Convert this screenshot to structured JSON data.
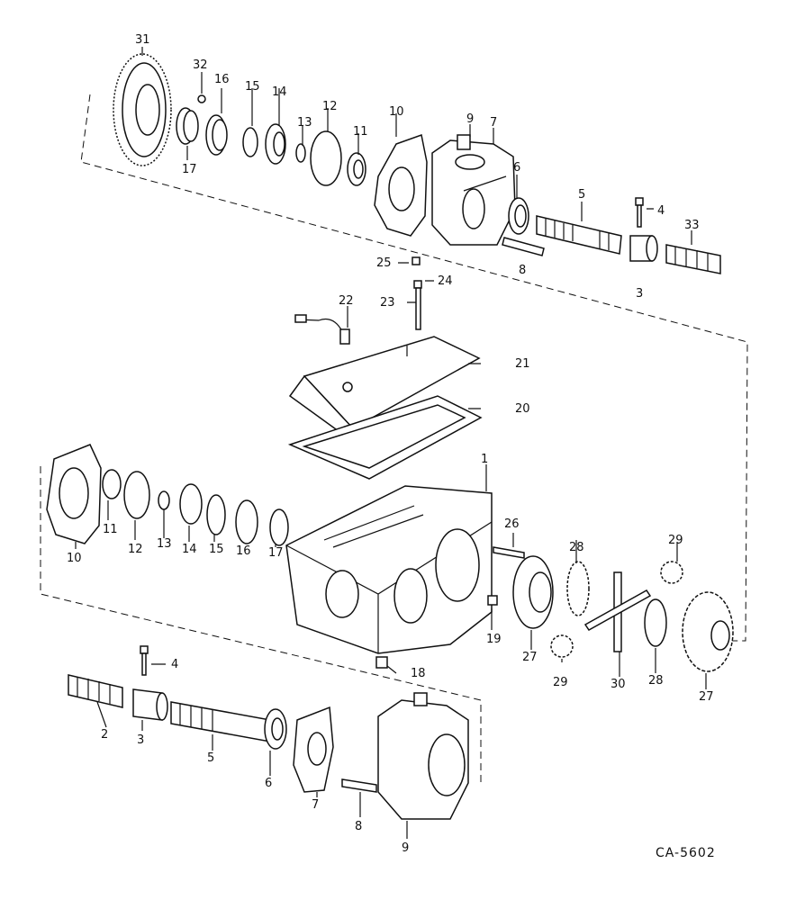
{
  "diagram": {
    "code": "CA-5602",
    "callouts": [
      {
        "id": "c31a",
        "text": "31"
      },
      {
        "id": "c32",
        "text": "32"
      },
      {
        "id": "c16a",
        "text": "16"
      },
      {
        "id": "c15a",
        "text": "15"
      },
      {
        "id": "c14a",
        "text": "14"
      },
      {
        "id": "c12a",
        "text": "12"
      },
      {
        "id": "c13a",
        "text": "13"
      },
      {
        "id": "c11a",
        "text": "11"
      },
      {
        "id": "c10a",
        "text": "10"
      },
      {
        "id": "c9a",
        "text": "9"
      },
      {
        "id": "c7a",
        "text": "7"
      },
      {
        "id": "c6a",
        "text": "6"
      },
      {
        "id": "c5a",
        "text": "5"
      },
      {
        "id": "c4a",
        "text": "4"
      },
      {
        "id": "c33",
        "text": "33"
      },
      {
        "id": "c17a",
        "text": "17"
      },
      {
        "id": "c25",
        "text": "25"
      },
      {
        "id": "c24",
        "text": "24"
      },
      {
        "id": "c8a",
        "text": "8"
      },
      {
        "id": "c3a",
        "text": "3"
      },
      {
        "id": "c23",
        "text": "23"
      },
      {
        "id": "c22",
        "text": "22"
      },
      {
        "id": "c21",
        "text": "21"
      },
      {
        "id": "c20",
        "text": "20"
      },
      {
        "id": "c1",
        "text": "1"
      },
      {
        "id": "c26",
        "text": "26"
      },
      {
        "id": "c29a",
        "text": "29"
      },
      {
        "id": "c28a",
        "text": "28"
      },
      {
        "id": "c10b",
        "text": "10"
      },
      {
        "id": "c11b",
        "text": "11"
      },
      {
        "id": "c12b",
        "text": "12"
      },
      {
        "id": "c13b",
        "text": "13"
      },
      {
        "id": "c14b",
        "text": "14"
      },
      {
        "id": "c15b",
        "text": "15"
      },
      {
        "id": "c16b",
        "text": "16"
      },
      {
        "id": "c17b",
        "text": "17"
      },
      {
        "id": "c19",
        "text": "19"
      },
      {
        "id": "c27a",
        "text": "27"
      },
      {
        "id": "c29b",
        "text": "29"
      },
      {
        "id": "c30",
        "text": "30"
      },
      {
        "id": "c28b",
        "text": "28"
      },
      {
        "id": "c27b",
        "text": "27"
      },
      {
        "id": "c4b",
        "text": "4"
      },
      {
        "id": "c18",
        "text": "18"
      },
      {
        "id": "c2",
        "text": "2"
      },
      {
        "id": "c3b",
        "text": "3"
      },
      {
        "id": "c5b",
        "text": "5"
      },
      {
        "id": "c6b",
        "text": "6"
      },
      {
        "id": "c7b",
        "text": "7"
      },
      {
        "id": "c8b",
        "text": "8"
      },
      {
        "id": "c9b",
        "text": "9"
      }
    ]
  }
}
